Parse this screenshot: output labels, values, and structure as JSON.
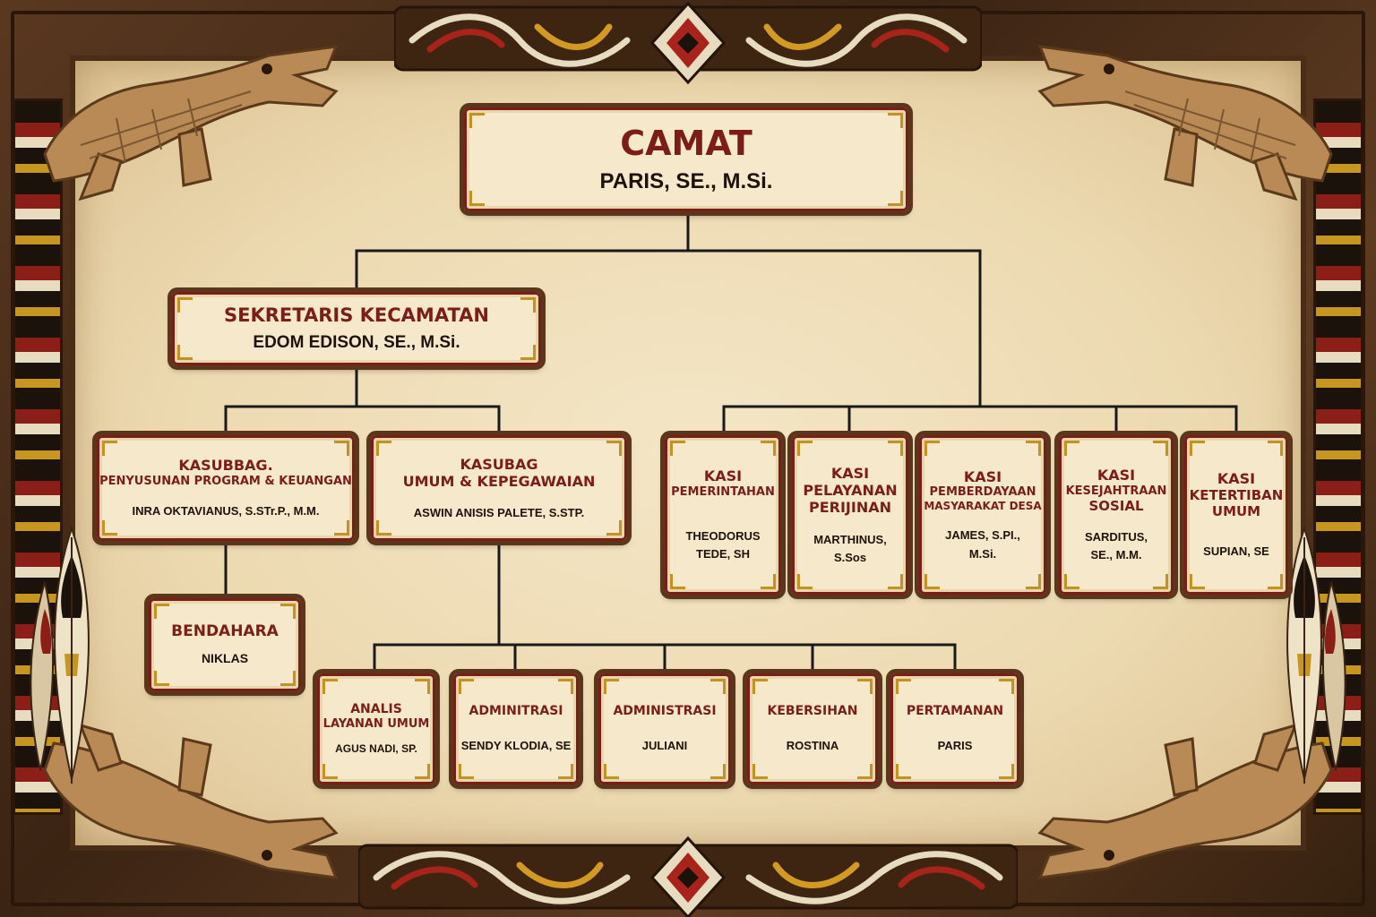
{
  "colors": {
    "title": "#7c1d17",
    "name": "#1d130b",
    "line": "#1a1a1a",
    "wood": "#4a2d16",
    "parchment": "#f1e2bf"
  },
  "nodes": {
    "camat": {
      "title": "CAMAT",
      "name": "PARIS, SE., M.Si."
    },
    "sekretaris": {
      "title": "SEKRETARIS KECAMATAN",
      "name": "EDOM EDISON, SE., M.Si."
    },
    "kasubbag_program": {
      "title_1": "KASUBBAG.",
      "title_2": "PENYUSUNAN PROGRAM & KEUANGAN",
      "name": "INRA OKTAVIANUS, S.STr.P., M.M."
    },
    "kasubag_umum": {
      "title_1": "KASUBAG",
      "title_2": "UMUM & KEPEGAWAIAN",
      "name": "ASWIN ANISIS PALETE, S.STP."
    },
    "bendahara": {
      "title": "BENDAHARA",
      "name": "NIKLAS"
    },
    "kasi_pemerintahan": {
      "title_1": "KASI",
      "title_2": "PEMERINTAHAN",
      "name_1": "THEODORUS",
      "name_2": "TEDE, SH"
    },
    "kasi_pelayanan": {
      "title_1": "KASI",
      "title_2": "PELAYANAN",
      "title_3": "PERIJINAN",
      "name_1": "MARTHINUS,",
      "name_2": "S.Sos"
    },
    "kasi_pemberdayaan": {
      "title_1": "KASI",
      "title_2": "PEMBERDAYAAN",
      "title_3": "MASYARAKAT DESA",
      "name_1": "JAMES, S.PI.,",
      "name_2": "M.Si."
    },
    "kasi_kesejahtraan": {
      "title_1": "KASI",
      "title_2": "KESEJAHTRAAN",
      "title_3": "SOSIAL",
      "name_1": "SARDITUS,",
      "name_2": "SE., M.M."
    },
    "kasi_ketertiban": {
      "title_1": "KASI",
      "title_2": "KETERTIBAN",
      "title_3": "UMUM",
      "name": "SUPIAN, SE"
    },
    "analis": {
      "title_1": "ANALIS",
      "title_2": "LAYANAN UMUM",
      "name": "AGUS NADI, SP."
    },
    "adminitrasi": {
      "title": "ADMINITRASI",
      "name": "SENDY KLODIA, SE"
    },
    "administrasi": {
      "title": "ADMINISTRASI",
      "name": "JULIANI"
    },
    "kebersihan": {
      "title": "KEBERSIHAN",
      "name": "ROSTINA"
    },
    "pertamanan": {
      "title": "PERTAMANAN",
      "name": "PARIS"
    }
  },
  "icons": [
    "crocodile-icon",
    "feather-icon",
    "diamond-ornament-icon",
    "swirl-ornament-icon"
  ]
}
